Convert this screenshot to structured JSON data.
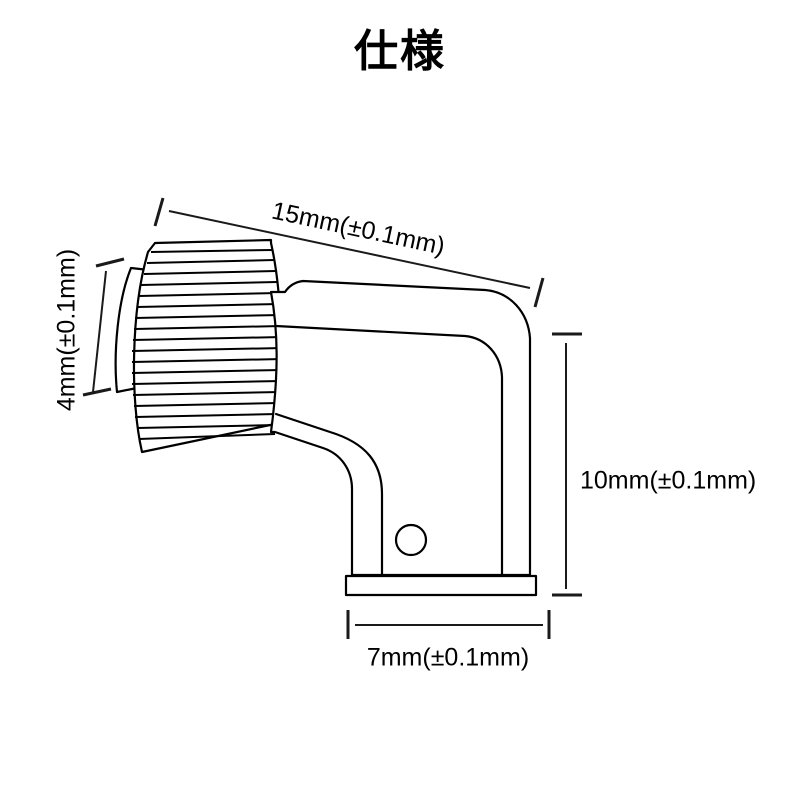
{
  "page": {
    "title": "仕様",
    "background_color": "#ffffff",
    "line_color": "#000000"
  },
  "drawing": {
    "subject": "right-angle connector with knurled thumb nut",
    "view": "side elevation, dimensioned",
    "features": [
      "knurled-knob",
      "elbow-body",
      "rounded-corners",
      "through-hole",
      "base-flange"
    ]
  },
  "dimensions": {
    "length": {
      "name": "overall-length",
      "label": "15mm(±0.1mm)",
      "value": 15,
      "unit": "mm",
      "tolerance": "±0.1mm",
      "orientation": "diagonal-top"
    },
    "knob_width": {
      "name": "knob-width",
      "label": "4mm(±0.1mm)",
      "value": 4,
      "unit": "mm",
      "tolerance": "±0.1mm",
      "orientation": "vertical-left-rotated"
    },
    "height": {
      "name": "overall-height",
      "label": "10mm(±0.1mm)",
      "value": 10,
      "unit": "mm",
      "tolerance": "±0.1mm",
      "orientation": "vertical-right"
    },
    "base_width": {
      "name": "base-width",
      "label": "7mm(±0.1mm)",
      "value": 7,
      "unit": "mm",
      "tolerance": "±0.1mm",
      "orientation": "horizontal-bottom"
    }
  }
}
